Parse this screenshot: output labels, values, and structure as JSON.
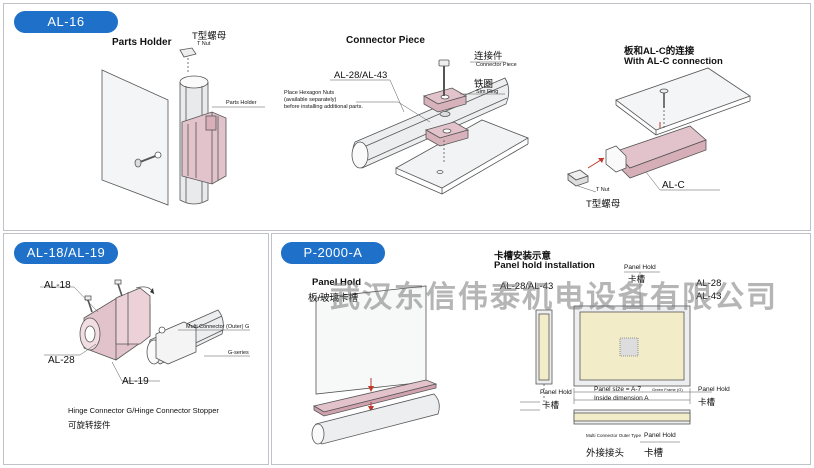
{
  "sections": {
    "al16": {
      "tag": "AL-16",
      "parts_holder_title": "Parts Holder",
      "t_nut_cn": "T型螺母",
      "t_nut_en": "T Nut",
      "parts_holder_label": "Parts Holder"
    },
    "connector": {
      "title": "Connector Piece",
      "profile_label": "AL-28/AL-43",
      "note_line1": "Place Hexagon Nuts",
      "note_line2": "(available separately)",
      "note_line3": "before installing additional parts.",
      "piece_cn": "连接件",
      "piece_en": "Connector Piece",
      "ring_cn": "铁圈",
      "ring_en": "Sim Ring"
    },
    "alc": {
      "title_cn": "板和AL-C的连接",
      "title_en": "With AL-C connection",
      "t_nut_en": "T Nut",
      "t_nut_cn": "T型螺母",
      "profile_label": "AL-C"
    },
    "al18": {
      "tag": "AL-18/AL-19",
      "label_al18": "AL-18",
      "label_al28": "AL-28",
      "label_al19": "AL-19",
      "multi_connector": "Multi Connector (Outer) G",
      "g_series": "G-series",
      "caption_en": "Hinge Connector G/Hinge Connector Stopper",
      "caption_cn": "可旋转接件"
    },
    "p2000": {
      "tag": "P-2000-A",
      "panel_hold_en": "Panel Hold",
      "panel_hold_cn": "板/玻璃卡槽",
      "install_cn": "卡槽安装示意",
      "install_en": "Panel hold installation",
      "profile_left": "AL-28/AL-43",
      "profile_right_1": "AL-28",
      "profile_right_2": "AL-43",
      "panel_hold_top_en": "Panel Hold",
      "panel_hold_top_cn": "卡槽",
      "panel_hold_left_en": "Panel Hold",
      "panel_hold_left_cn": "卡槽",
      "panel_hold_right_en": "Panel Hold",
      "panel_hold_right_cn": "卡槽",
      "panel_size": "Panel size = A-7",
      "inside_dim": "Inside dimension A",
      "green_frame": "Green Frame (G)",
      "multi_outer": "Multi Connector Outer Type",
      "panel_hold_bottom_en": "Panel Hold",
      "outer_joint_cn": "外接接头",
      "panel_hold_bottom_cn": "卡槽"
    }
  },
  "watermark": "武汉东信伟泰机电设备有限公司",
  "colors": {
    "tag_blue": "#1e70c9",
    "part_pink": "#e3c3cb",
    "profile_gray": "#e6e8ea",
    "panel_cream": "#f3ecc8"
  }
}
